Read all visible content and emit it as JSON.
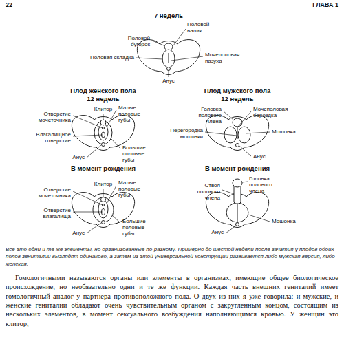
{
  "diagram": {
    "caption": "Все это одни и те же элементы, но организованные по-разному. Примерно до шестой недели после зачатия у плодов обоих полов гениталии выглядят одинаково, а затем из этой универсальной конструкции развивается либо мужская версия, либо женская.",
    "labels": [
      "22",
      "ГЛАВА 1",
      "7 недель",
      "Половой бугорок",
      "Половой валик",
      "Половая складка",
      "Мочеполовая пазуха",
      "Анус",
      "Плод женского пола",
      "12 недель",
      "Плод мужского пола",
      "12 недель",
      "Отверстие мочеточника",
      "Клитор",
      "Малые половые губы",
      "Влагалищное отверстие",
      "Анус",
      "Большие половые губы",
      "Головка полового члена",
      "Мочеполовая бороздка",
      "Перегородка мошонки",
      "Мошонка",
      "Анус",
      "В момент рождения",
      "В момент рождения",
      "Отверстие мочеточника",
      "Клитор",
      "Малые половые губы",
      "Отверстие влагалища",
      "Анус",
      "Большие половые губы",
      "Ствол полового члена",
      "Головка полового члена",
      "Мошонка",
      "Анус",
      "Гомологичными называются органы или элементы в организмах, имеющие общее биологическое происхождение, но необязательно одни и те же функции. Каждая часть внешних гениталий имеет гомологичный аналог у партнера противоположного пола. О двух из них я уже говорила: и мужские, и женские гениталии обладают очень чувствительным органом с закругленным концом, состоящим из нескольких элементов, в момент сексуального возбуждения наполняющимся кровью. У женщин это клитор,"
    ]
  }
}
